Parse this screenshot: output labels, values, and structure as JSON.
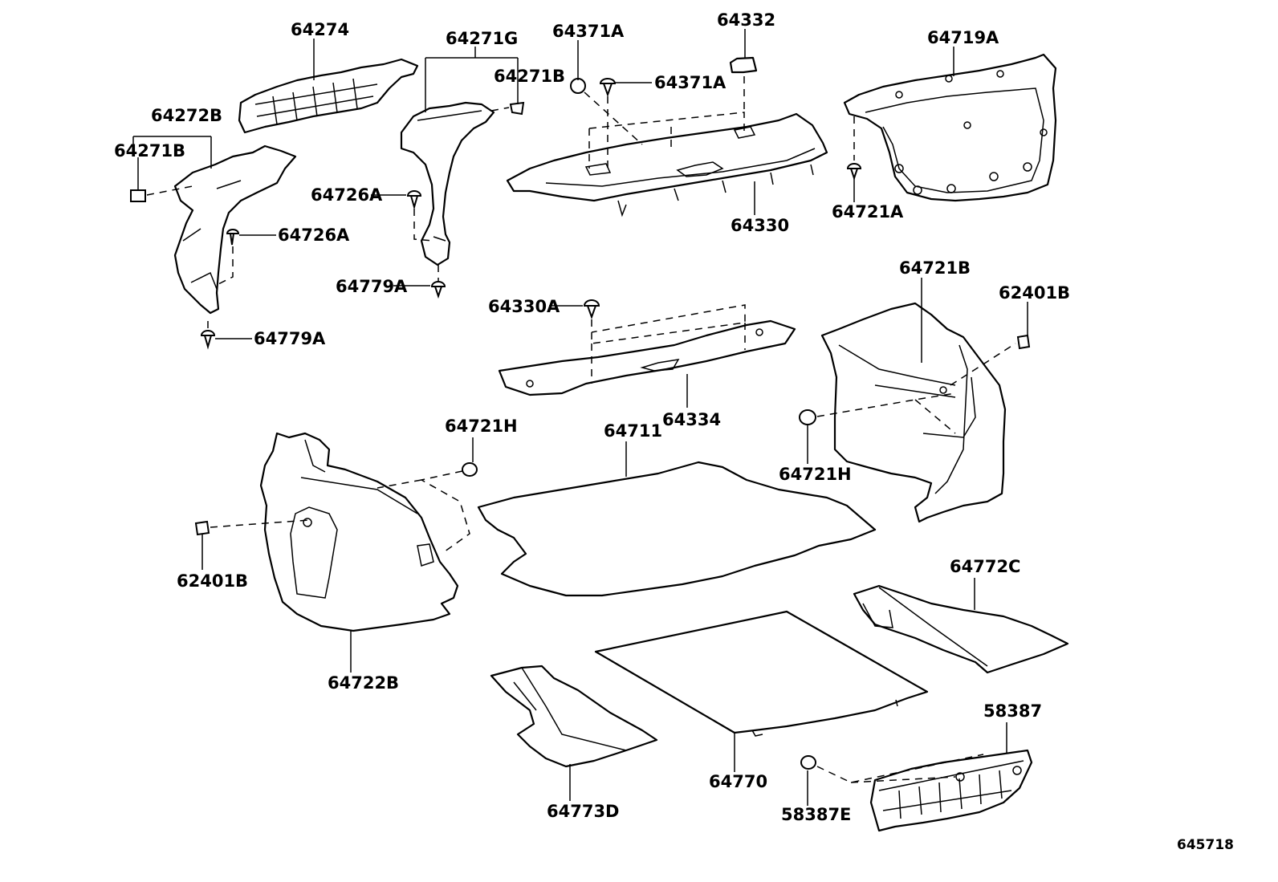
{
  "labels": {
    "p64274": "64274",
    "p64271G": "64271G",
    "p64371A_top": "64371A",
    "p64332": "64332",
    "p64719A": "64719A",
    "p64271B_right": "64271B",
    "p64371A_mid": "64371A",
    "p64272B": "64272B",
    "p64271B_left": "64271B",
    "p64726A_mid": "64726A",
    "p64726A_left": "64726A",
    "p64330": "64330",
    "p64721A": "64721A",
    "p64779A_mid": "64779A",
    "p64779A_left": "64779A",
    "p64721B": "64721B",
    "p62401B_right": "62401B",
    "p64330A": "64330A",
    "p64334": "64334",
    "p64721H_left": "64721H",
    "p64711": "64711",
    "p64721H_right": "64721H",
    "p62401B_left": "62401B",
    "p64772C": "64772C",
    "p64722B": "64722B",
    "p58387": "58387",
    "p64770": "64770",
    "p64773D": "64773D",
    "p58387E": "58387E",
    "diagram_id": "645718"
  }
}
